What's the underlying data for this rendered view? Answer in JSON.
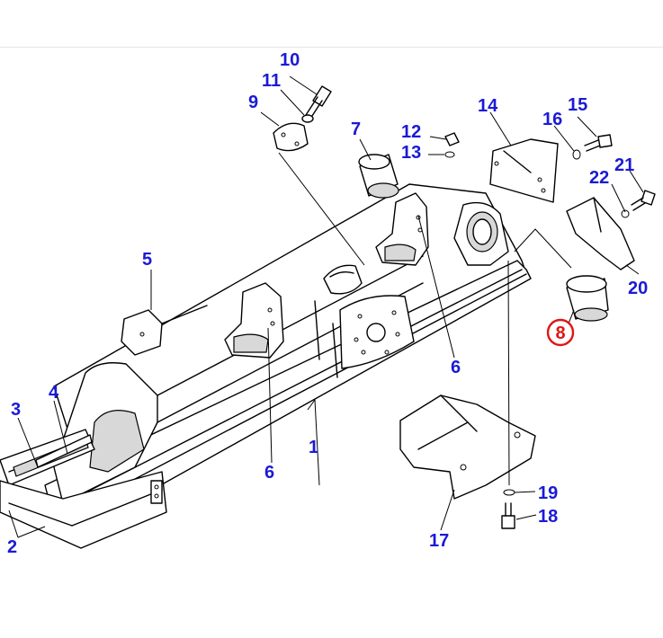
{
  "callouts": {
    "c1": "1",
    "c2": "2",
    "c3": "3",
    "c4": "4",
    "c5": "5",
    "c6a": "6",
    "c6b": "6",
    "c7": "7",
    "c8": "8",
    "c9": "9",
    "c10": "10",
    "c11": "11",
    "c12": "12",
    "c13": "13",
    "c14": "14",
    "c15": "15",
    "c16": "16",
    "c17": "17",
    "c18": "18",
    "c19": "19",
    "c20": "20",
    "c21": "21",
    "c22": "22"
  },
  "highlighted_callout": "8",
  "colors": {
    "callout": "#1a1ad6",
    "highlight": "#e01616",
    "line": "#000000"
  }
}
